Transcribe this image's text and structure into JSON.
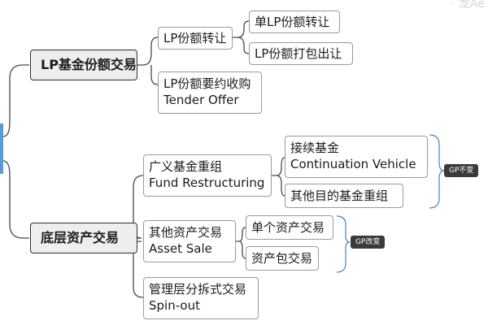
{
  "watermark": "· 龙Ae",
  "nodes": {
    "lp_transaction": "LP基金份额交易",
    "asset_transaction": "底层资产交易",
    "lp_transfer": "LP份额转让",
    "single_lp": "单LP份额转让",
    "lp_package": "LP份额打包出让",
    "tender_cn": "LP份额要约收购",
    "tender_en": "Tender Offer",
    "restructure_cn": "广义基金重组",
    "restructure_en": "Fund Restructuring",
    "continuation_cn": "接续基金",
    "continuation_en": "Continuation Vehicle",
    "other_restructure": "其他目的基金重组",
    "asset_sale_cn": "其他资产交易",
    "asset_sale_en": "Asset Sale",
    "single_asset": "单个资产交易",
    "package_asset": "资产包交易",
    "spinout_cn": "管理层分拆式交易",
    "spinout_en": "Spin-out"
  },
  "tags": {
    "gp_unchanged": "GP不变",
    "gp_changed": "GP改变"
  },
  "colors": {
    "connector": "#4a4a4a",
    "bracket": "#4a7fc1",
    "root_mark": "#5b9bd5",
    "tag_bg": "#3a3a3a"
  }
}
